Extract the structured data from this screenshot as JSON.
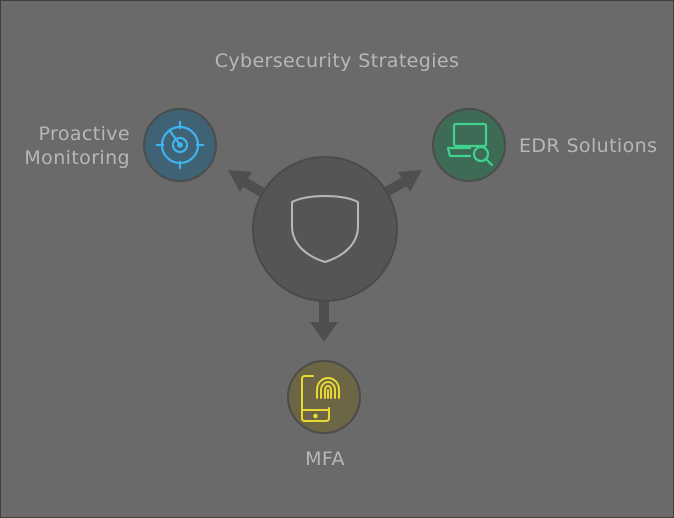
{
  "title": "Cybersecurity Strategies",
  "center": {
    "icon": "shield-icon"
  },
  "nodes": {
    "left": {
      "label_line1": "Proactive",
      "label_line2": "Monitoring",
      "icon": "radar-icon",
      "fill": "#3f6275",
      "accent": "#3fb4ef"
    },
    "right": {
      "label": "EDR Solutions",
      "icon": "laptop-search-icon",
      "fill": "#3e6b56",
      "accent": "#40d38e"
    },
    "bottom": {
      "label": "MFA",
      "icon": "phone-fingerprint-icon",
      "fill": "#6c6645",
      "accent": "#e9d934"
    }
  },
  "colors": {
    "background": "#6a6a6a",
    "hub": "#555555",
    "text": "#b7b7b7"
  }
}
